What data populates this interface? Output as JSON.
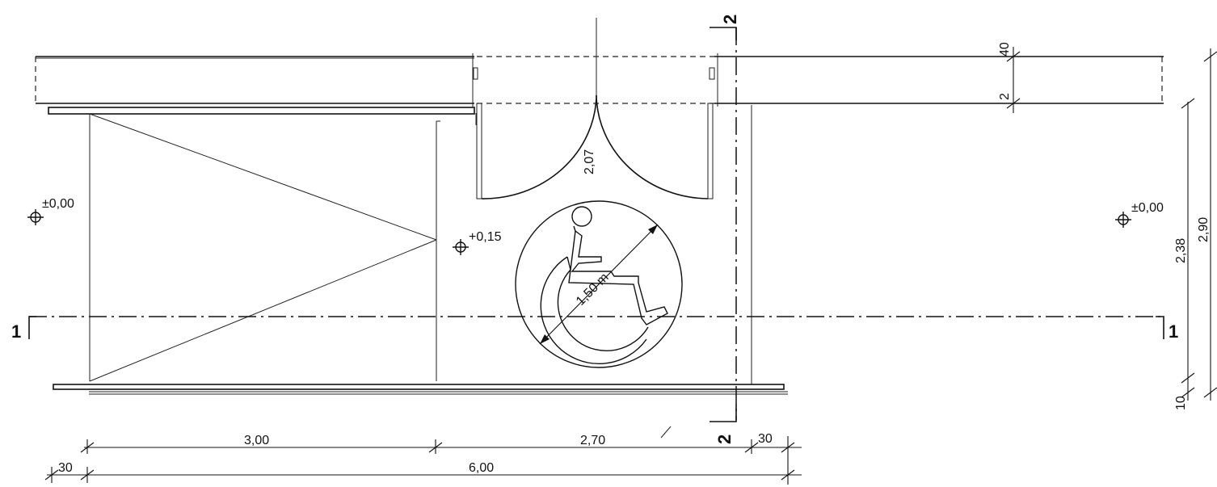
{
  "levels": {
    "left": "±0,00",
    "ramp": "+0,15",
    "right": "±0,00"
  },
  "sections": {
    "one_left": "1",
    "one_right": "1",
    "two_top": "2",
    "two_bottom": "2"
  },
  "dimensions": {
    "door_height": "2,07",
    "circle_diameter": "1,50 m",
    "bottom_row1": [
      "3,00",
      "2,70",
      "30"
    ],
    "bottom_row2": [
      "30",
      "6,00"
    ],
    "right_top": [
      "40",
      "2"
    ],
    "right_vertical": [
      "2,38",
      "2,90",
      "10"
    ]
  },
  "icons": {
    "level_marker": "elevation-marker-icon",
    "accessibility": "wheelchair-icon"
  }
}
